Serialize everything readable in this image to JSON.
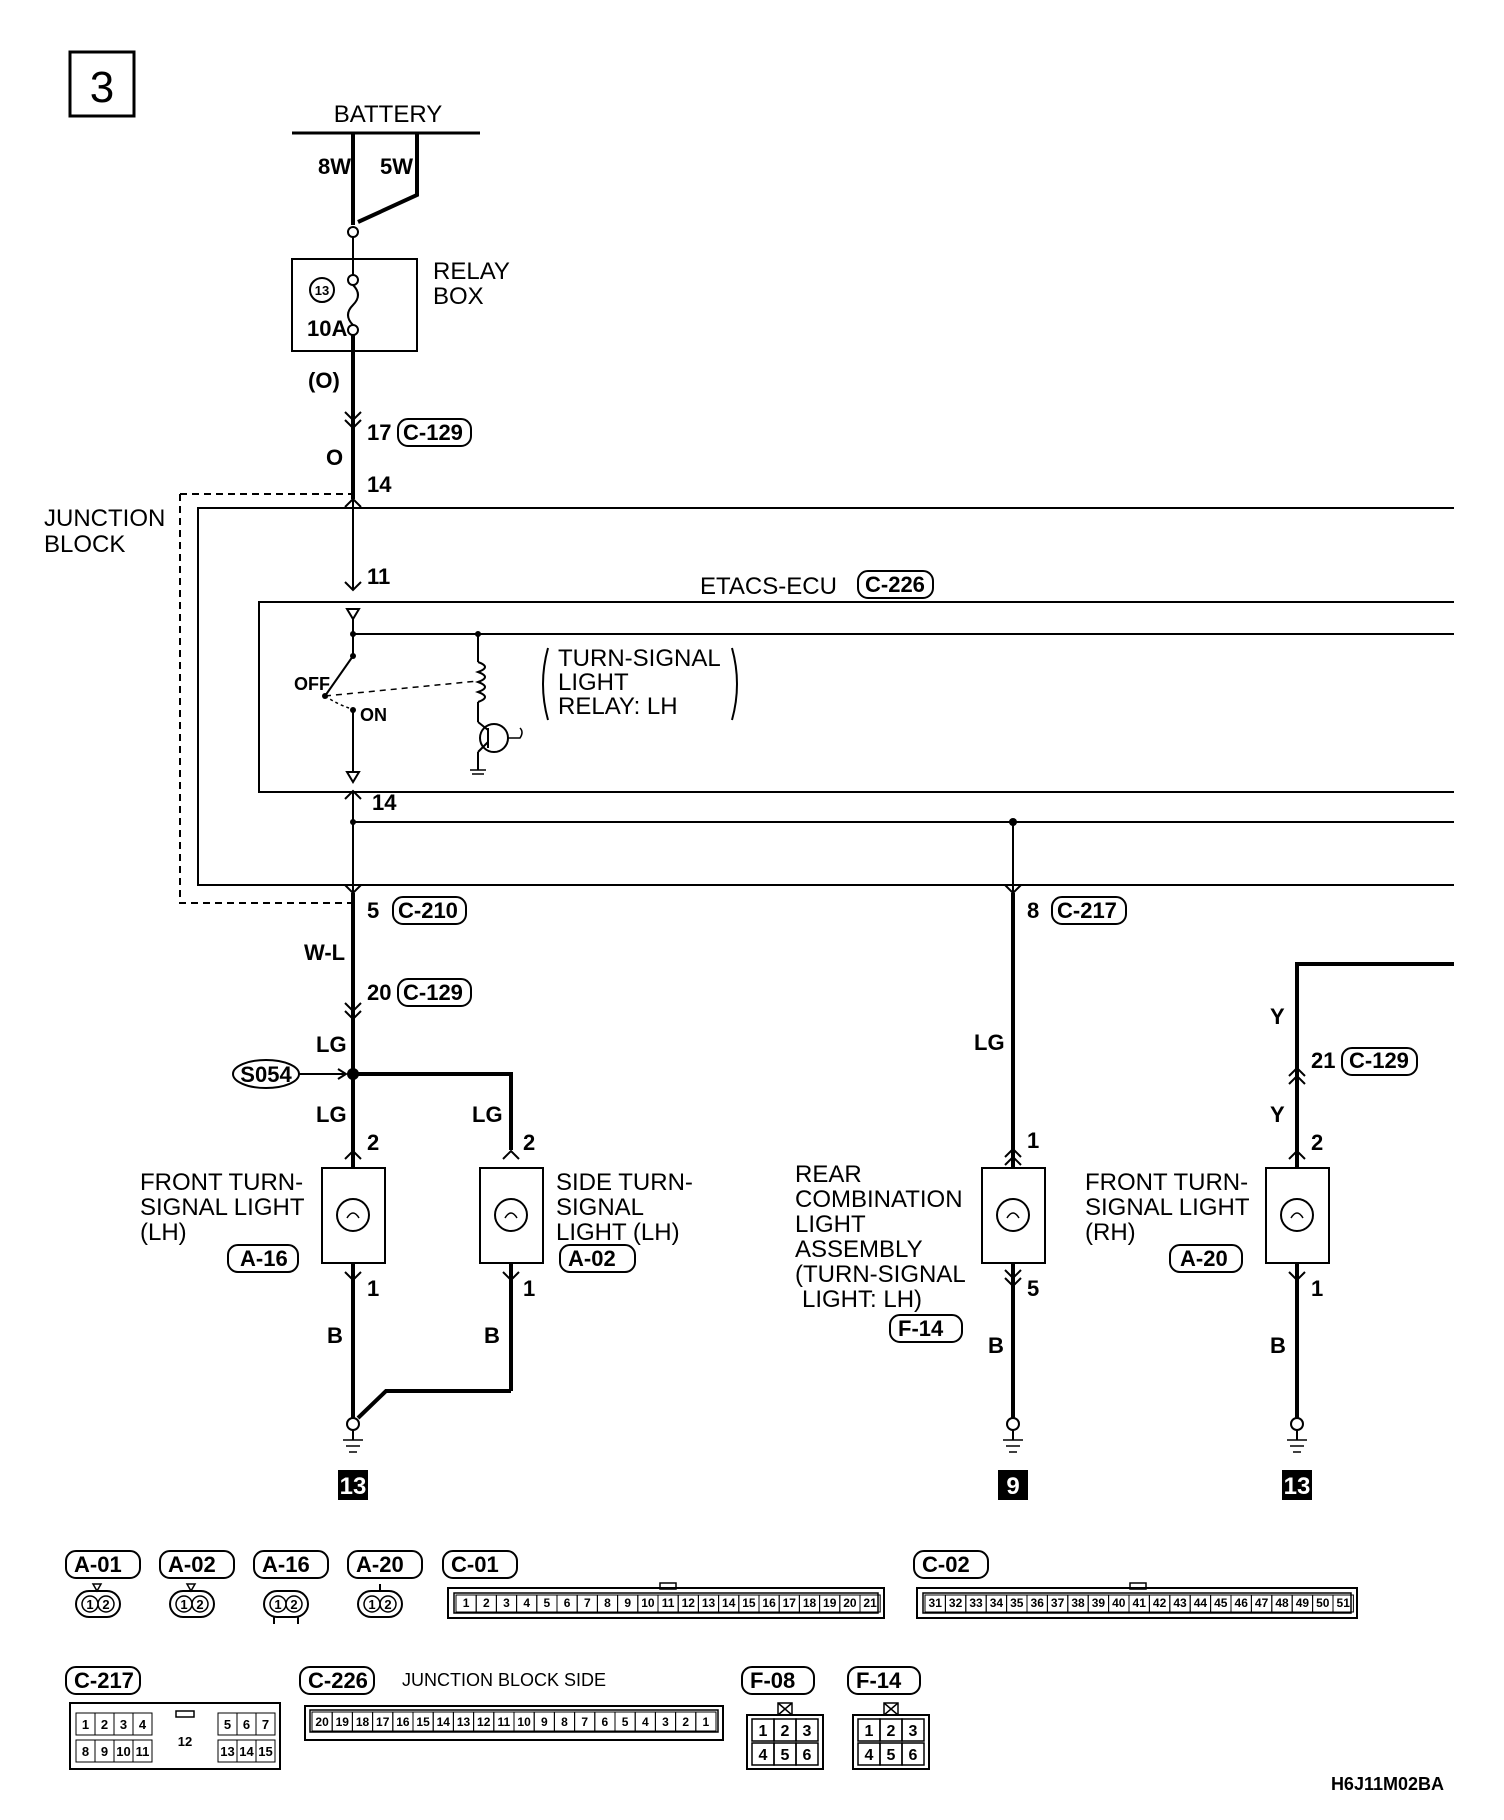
{
  "page_number": "3",
  "battery_label": "BATTERY",
  "battery_wires": [
    "8W",
    "5W"
  ],
  "relay_box": {
    "label_line1": "RELAY",
    "label_line2": "BOX",
    "fuse_number": "13",
    "fuse_rating": "10A",
    "circuit_color": "(O)"
  },
  "junction_block_line1": "JUNCTION",
  "junction_block_line2": "BLOCK",
  "ecu_label": "ETACS-ECU",
  "ecu_connector": "C-226",
  "relay_text": [
    "TURN-SIGNAL",
    "LIGHT",
    "RELAY: LH"
  ],
  "switch_off": "OFF",
  "switch_on": "ON",
  "pins": {
    "p17": "17",
    "p14_top": "14",
    "p11": "11",
    "p14_mid": "14",
    "p5": "5",
    "p20": "20",
    "p8": "8",
    "p21": "21",
    "front_lh_top": "2",
    "front_lh_bot": "1",
    "side_top": "2",
    "side_bot": "1",
    "rear_top": "1",
    "rear_bot": "5",
    "front_rh_top": "2",
    "front_rh_bot": "1"
  },
  "connectors": {
    "c129_a": "C-129",
    "c210": "C-210",
    "c129_b": "C-129",
    "c217": "C-217",
    "c129_c": "C-129",
    "a16": "A-16",
    "a02": "A-02",
    "f14": "F-14",
    "a20": "A-20"
  },
  "wire_colors": {
    "o": "O",
    "wl": "W-L",
    "lg1": "LG",
    "lg2": "LG",
    "lg3": "LG",
    "lg4": "LG",
    "y1": "Y",
    "y2": "Y",
    "b1": "B",
    "b2": "B",
    "b3": "B",
    "b4": "B"
  },
  "splice": "S054",
  "components": {
    "front_lh": [
      "FRONT TURN-",
      "SIGNAL LIGHT",
      "(LH)"
    ],
    "side_lh": [
      "SIDE TURN-",
      "SIGNAL",
      "LIGHT (LH)"
    ],
    "rear": [
      "REAR",
      "COMBINATION",
      "LIGHT",
      "ASSEMBLY",
      "(TURN-SIGNAL",
      "LIGHT: LH)"
    ],
    "front_rh": [
      "FRONT TURN-",
      "SIGNAL LIGHT",
      "(RH)"
    ]
  },
  "grounds": [
    "13",
    "9",
    "13"
  ],
  "connector_legend": {
    "row1": [
      "A-01",
      "A-02",
      "A-16",
      "A-20",
      "C-01",
      "C-02"
    ],
    "row2": [
      "C-217",
      "C-226",
      "F-08",
      "F-14"
    ],
    "junction_side": "JUNCTION BLOCK SIDE",
    "c01_pins": [
      "1",
      "2",
      "3",
      "4",
      "5",
      "6",
      "7",
      "8",
      "9",
      "10",
      "11",
      "12",
      "13",
      "14",
      "15",
      "16",
      "17",
      "18",
      "19",
      "20",
      "21"
    ],
    "c02_pins": [
      "31",
      "32",
      "33",
      "34",
      "35",
      "36",
      "37",
      "38",
      "39",
      "40",
      "41",
      "42",
      "43",
      "44",
      "45",
      "46",
      "47",
      "48",
      "49",
      "50",
      "51"
    ],
    "c217_row1": [
      "1",
      "2",
      "3",
      "4",
      "5",
      "6",
      "7"
    ],
    "c217_mid": "12",
    "c217_row2": [
      "8",
      "9",
      "10",
      "11",
      "13",
      "14",
      "15"
    ],
    "c226_pins": [
      "20",
      "19",
      "18",
      "17",
      "16",
      "15",
      "14",
      "13",
      "12",
      "11",
      "10",
      "9",
      "8",
      "7",
      "6",
      "5",
      "4",
      "3",
      "2",
      "1"
    ],
    "six_pin_top": [
      "1",
      "2",
      "3"
    ],
    "six_pin_bot": [
      "4",
      "5",
      "6"
    ],
    "two_pin": [
      "1",
      "2"
    ]
  },
  "drawing_code": "H6J11M02BA"
}
